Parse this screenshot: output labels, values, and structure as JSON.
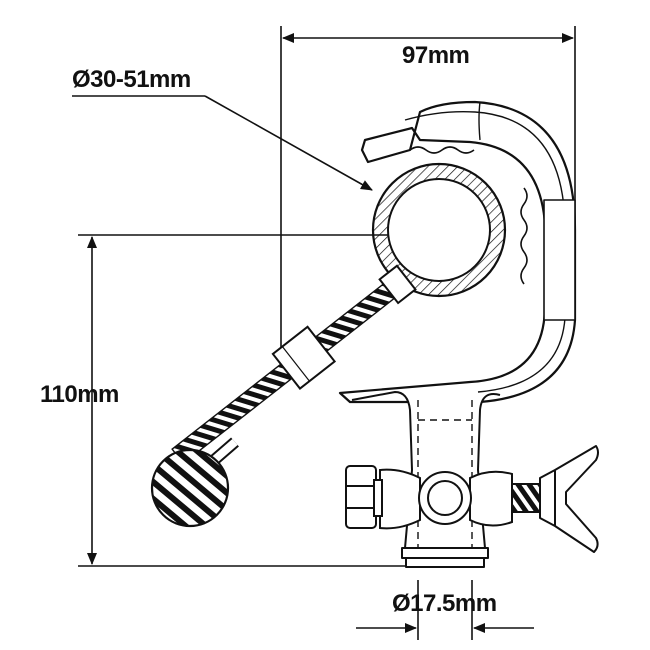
{
  "dimensions": {
    "overall_width": "97mm",
    "tube_diameter": "Ø30-51mm",
    "overall_height": "110mm",
    "bore_diameter": "Ø17.5mm"
  },
  "colors": {
    "line": "#111111",
    "background": "#ffffff"
  }
}
